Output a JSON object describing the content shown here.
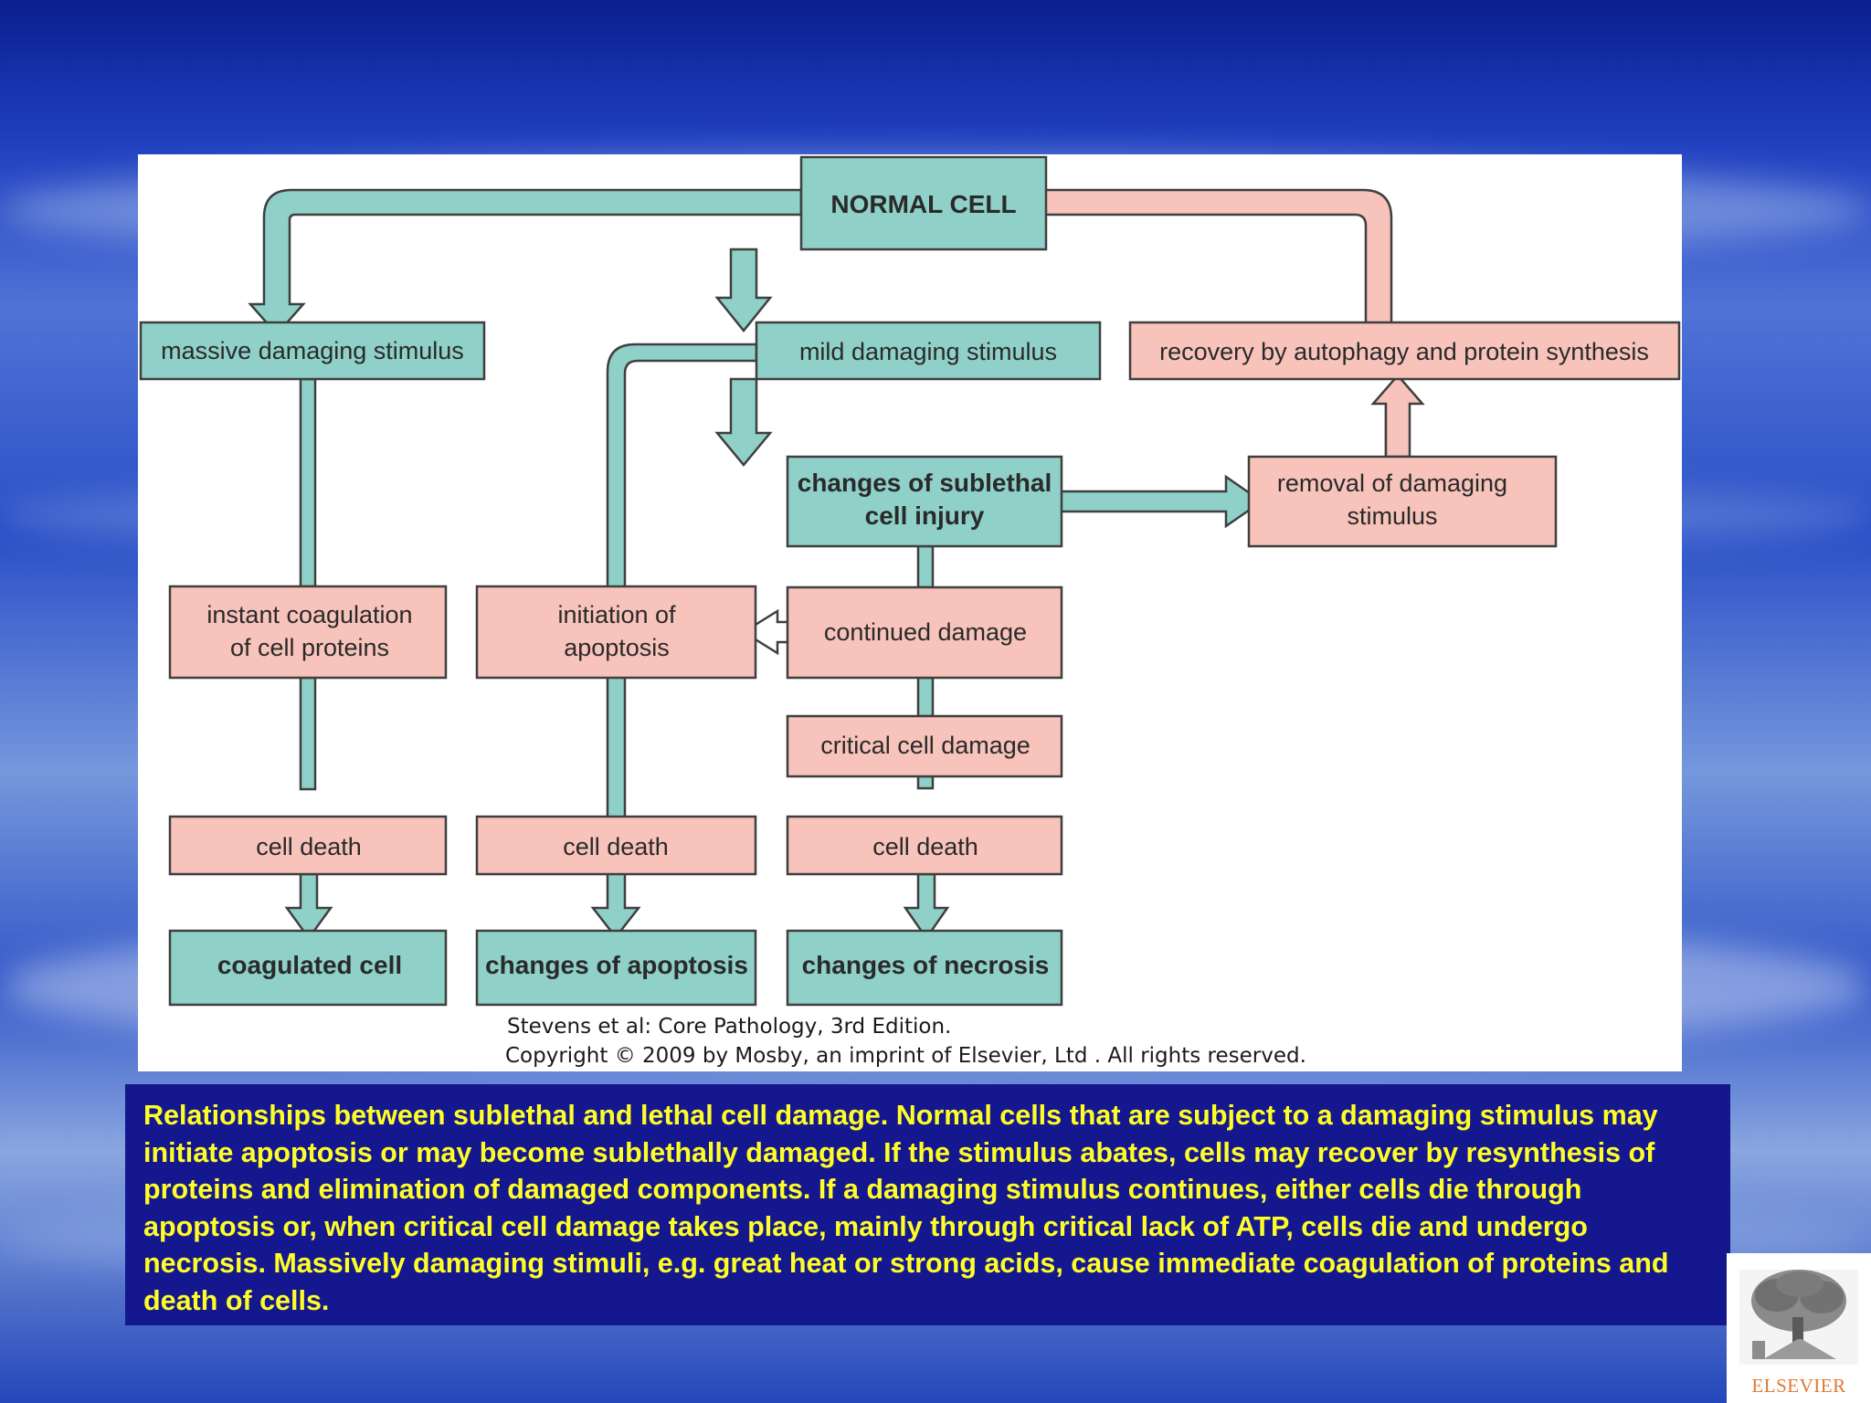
{
  "diagram": {
    "nodes": {
      "normal_cell": "NORMAL CELL",
      "massive_stimulus": "massive damaging stimulus",
      "mild_stimulus": "mild damaging stimulus",
      "recovery": "recovery by autophagy and protein synthesis",
      "sublethal_injury": [
        "changes of sublethal",
        "cell injury"
      ],
      "removal_stimulus": [
        "removal of damaging",
        "stimulus"
      ],
      "instant_coagulation": [
        "instant coagulation",
        "of cell proteins"
      ],
      "initiation_apoptosis": [
        "initiation of",
        "apoptosis"
      ],
      "continued_damage": "continued damage",
      "critical_damage": "critical cell damage",
      "cell_death_1": "cell death",
      "cell_death_2": "cell death",
      "cell_death_3": "cell death",
      "coagulated_cell": "coagulated cell",
      "changes_apoptosis": "changes of apoptosis",
      "changes_necrosis": "changes of necrosis"
    },
    "credit": {
      "line1": "Stevens et al: Core Pathology, 3rd Edition.",
      "line2": "Copyright © 2009 by Mosby, an imprint of Elsevier, Ltd . All rights reserved."
    },
    "colors": {
      "teal": "#8fd0c9",
      "pink": "#f7c3bb",
      "outline": "#3f3f3f"
    }
  },
  "caption": "Relationships between sublethal and lethal cell damage. Normal cells that are subject to a damaging stimulus may initiate apoptosis or may become sublethally damaged. If the stimulus abates, cells may recover by resynthesis of proteins and elimination of damaged components. If a damaging stimulus continues, either cells die through apoptosis or, when critical cell damage takes place, mainly through critical lack of ATP, cells die and undergo necrosis. Massively damaging stimuli, e.g. great heat or strong acids, cause immediate coagulation of proteins and death of cells.",
  "publisher": {
    "name": "ELSEVIER",
    "logo_icon": "tree-logo-icon"
  }
}
